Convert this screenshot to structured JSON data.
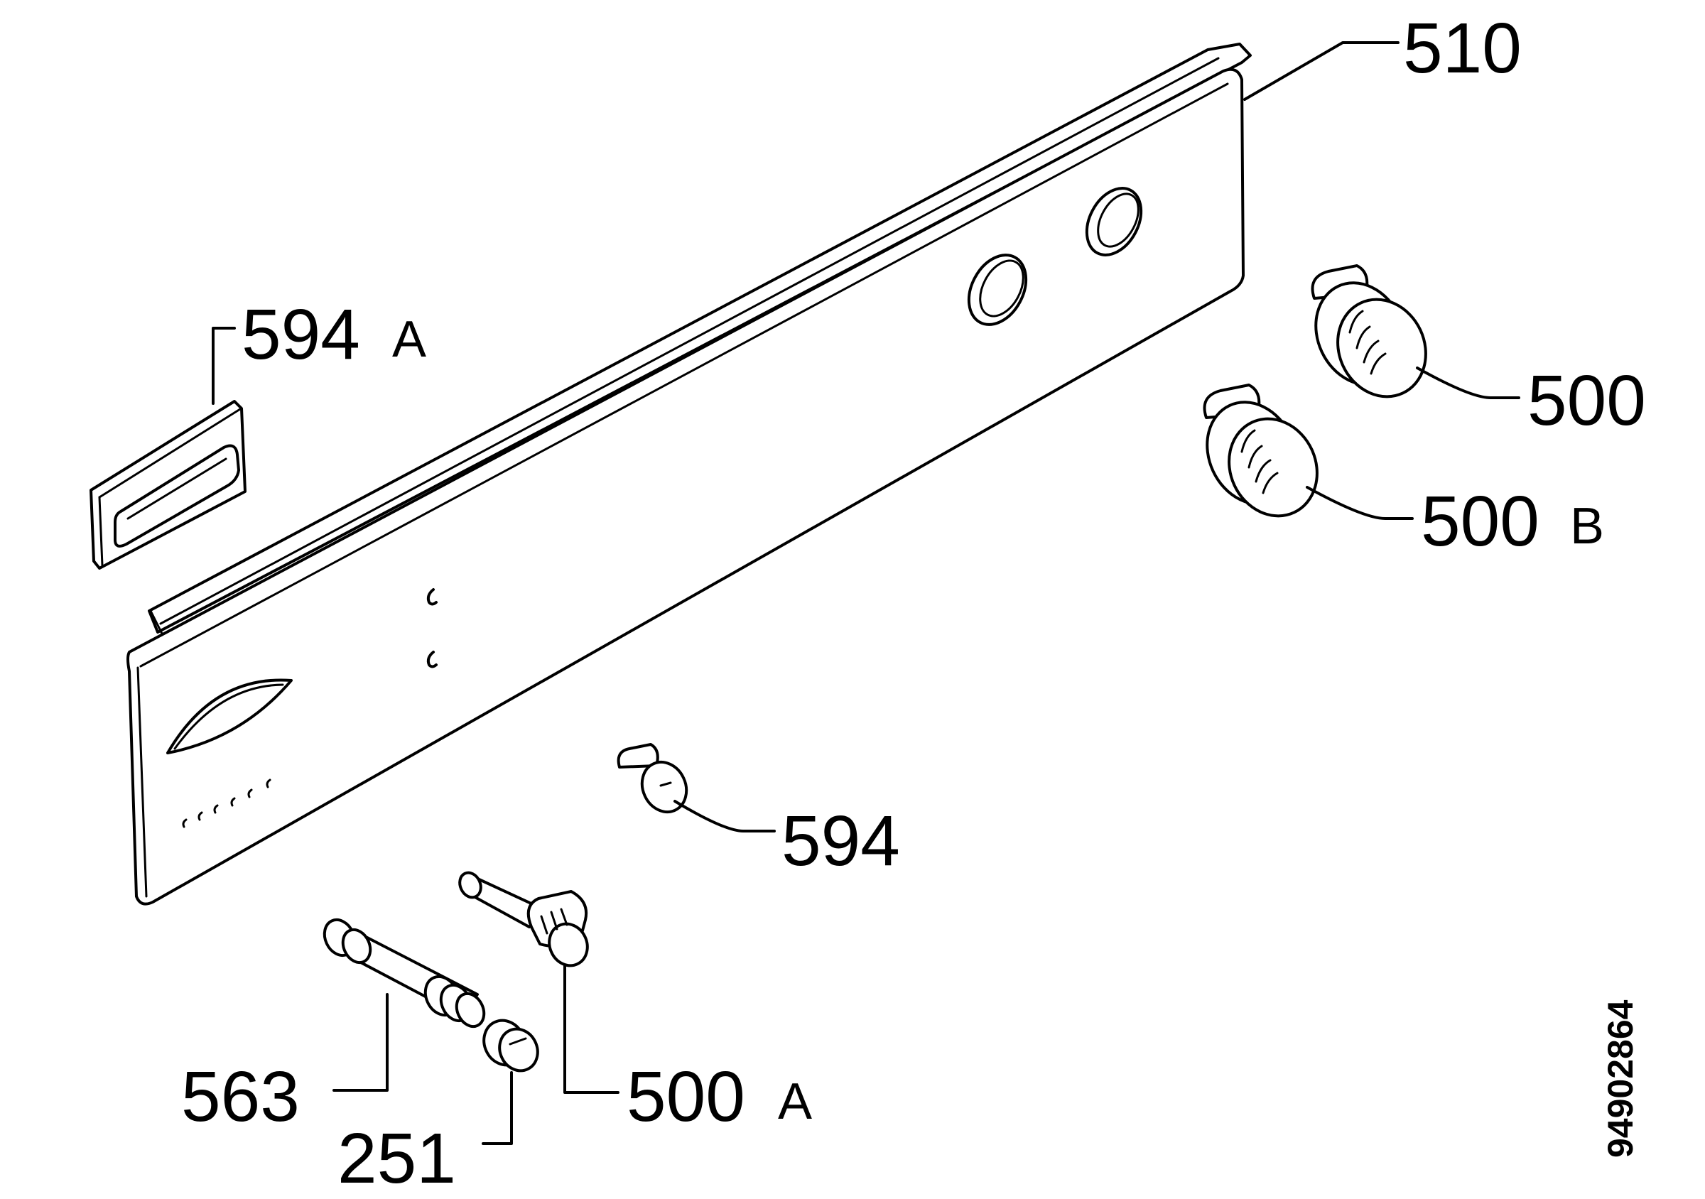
{
  "drawing_code": "94902864",
  "callouts": [
    {
      "id": "510",
      "number": "510",
      "suffix": ""
    },
    {
      "id": "594a",
      "number": "594",
      "suffix": "A"
    },
    {
      "id": "500",
      "number": "500",
      "suffix": ""
    },
    {
      "id": "500b",
      "number": "500",
      "suffix": "B"
    },
    {
      "id": "594",
      "number": "594",
      "suffix": ""
    },
    {
      "id": "563",
      "number": "563",
      "suffix": ""
    },
    {
      "id": "251",
      "number": "251",
      "suffix": ""
    },
    {
      "id": "500a",
      "number": "500",
      "suffix": "A"
    }
  ]
}
